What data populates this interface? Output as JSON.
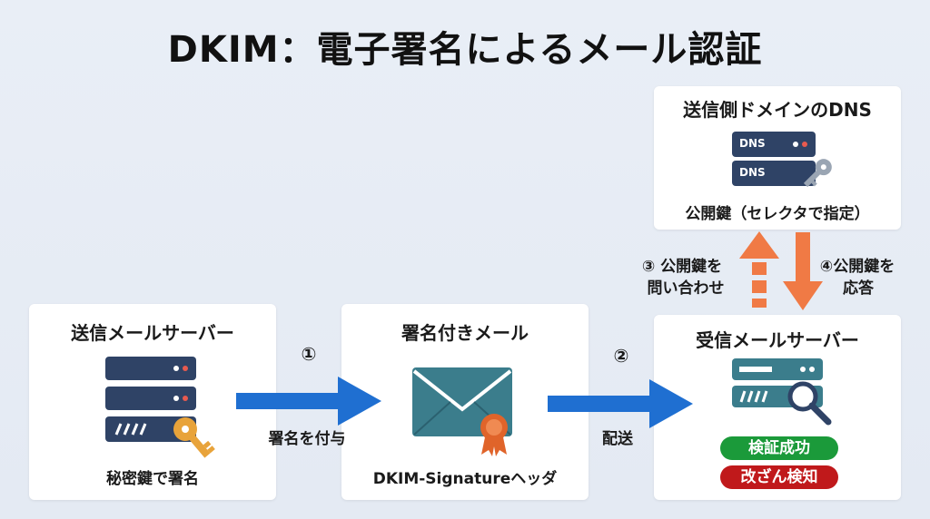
{
  "title": "DKIM：電子署名によるメール認証",
  "sender": {
    "title": "送信メールサーバー",
    "caption": "秘密鍵で署名"
  },
  "mail": {
    "title": "署名付きメール",
    "caption": "DKIM-Signatureヘッダ"
  },
  "receiver": {
    "title": "受信メールサーバー",
    "badge_success": "検証成功",
    "badge_tamper": "改ざん検知"
  },
  "dns": {
    "title": "送信側ドメインのDNS",
    "server_label_1": "DNS",
    "server_label_2": "DNS",
    "caption": "公開鍵（セレクタで指定）"
  },
  "steps": {
    "step1_num": "①",
    "step1_label": "署名を付与",
    "step2_num": "②",
    "step2_label": "配送",
    "step3_line1": "③ 公開鍵を",
    "step3_line2": "問い合わせ",
    "step4_line1": "④公開鍵を",
    "step4_line2": "応答"
  },
  "colors": {
    "server_dark": "#2f4366",
    "key_gold": "#e8a33a",
    "envelope_teal": "#3b7d8c",
    "seal_orange": "#e0642a",
    "arrow_blue": "#1f6fd1",
    "arrow_orange": "#f07a45",
    "badge_green": "#1b9a3a",
    "badge_red": "#c0191b"
  }
}
